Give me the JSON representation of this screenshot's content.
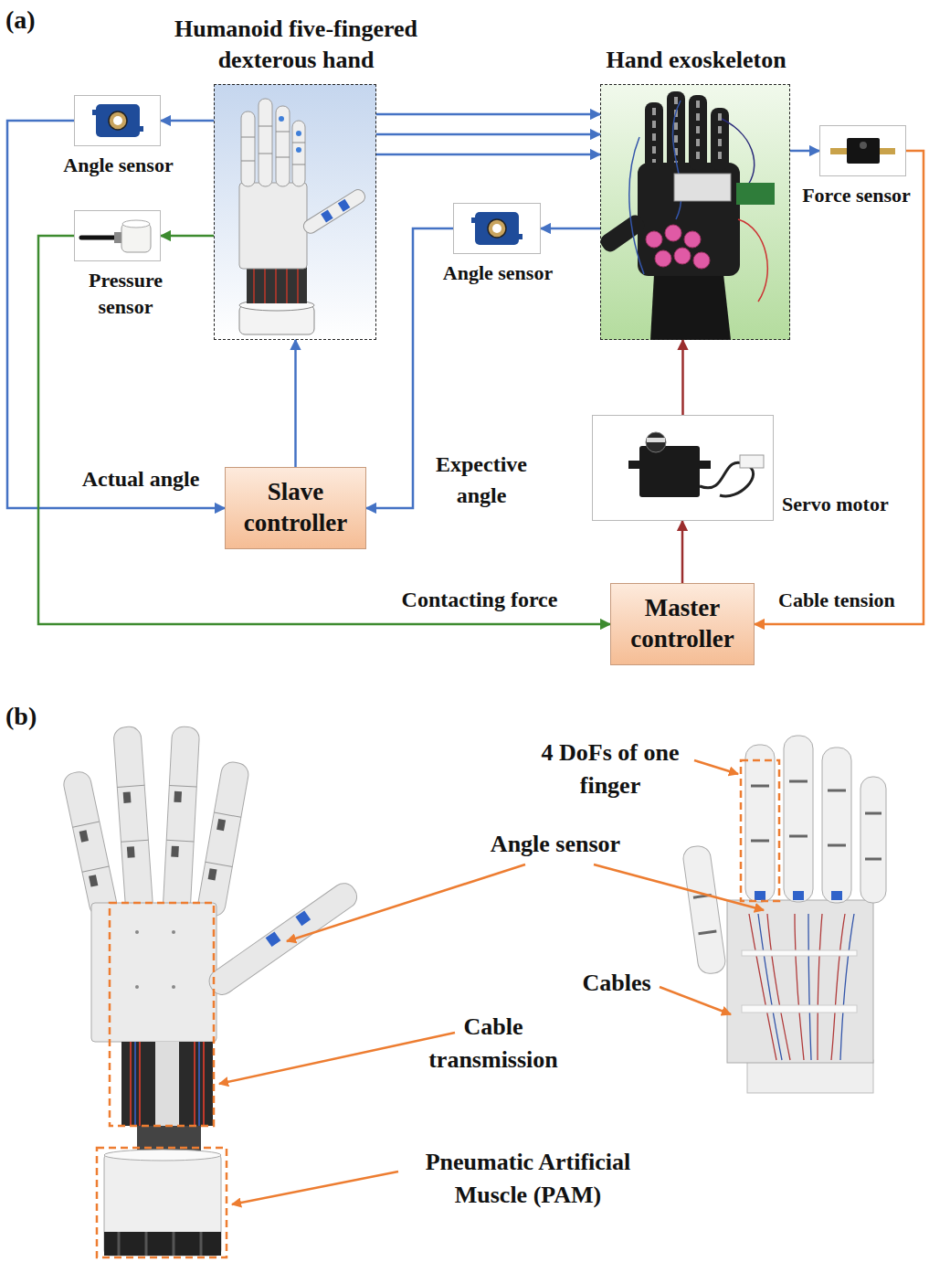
{
  "diagram": {
    "nodes": [
      {
        "text": [
          "Humanoid five-fingered dexterous hand"
        ]
      },
      {
        "text": [
          "Hand exoskeleton"
        ]
      },
      {
        "text": [
          "Angle sensor"
        ]
      },
      {
        "text": [
          "Pressure sensor"
        ]
      },
      {
        "text": [
          "Angle sensor"
        ]
      },
      {
        "text": [
          "Force sensor"
        ]
      },
      {
        "text": [
          "Slave controller"
        ]
      },
      {
        "text": [
          "Servo motor"
        ]
      },
      {
        "text": [
          "Master controller"
        ]
      }
    ],
    "edges": [
      {
        "from": 0,
        "to": 2,
        "arrow": "to"
      },
      {
        "from": 0,
        "to": 3,
        "arrow": "to"
      },
      {
        "from": 0,
        "to": 1,
        "arrow": "to"
      },
      {
        "from": 0,
        "to": 1,
        "arrow": "to"
      },
      {
        "from": 0,
        "to": 1,
        "arrow": "to"
      },
      {
        "from": 1,
        "to": 4,
        "arrow": "to"
      },
      {
        "from": 1,
        "to": 5,
        "arrow": "to"
      },
      {
        "from": 2,
        "to": 6,
        "arrow": "to",
        "label": "Actual angle"
      },
      {
        "from": 4,
        "to": 6,
        "arrow": "to",
        "label": "Expective angle"
      },
      {
        "from": 6,
        "to": 0,
        "arrow": "to"
      },
      {
        "from": 3,
        "to": 8,
        "arrow": "to",
        "label": "Contacting force"
      },
      {
        "from": 5,
        "to": 8,
        "arrow": "to",
        "label": "Cable tension"
      },
      {
        "from": 8,
        "to": 7,
        "arrow": "to"
      },
      {
        "from": 7,
        "to": 1,
        "arrow": "to"
      }
    ],
    "labels": [
      "(a)",
      "(b)",
      "4 DoFs of one finger",
      "Angle sensor",
      "Cables",
      "Cable transmission",
      "Pneumatic Artificial Muscle (PAM)"
    ]
  }
}
